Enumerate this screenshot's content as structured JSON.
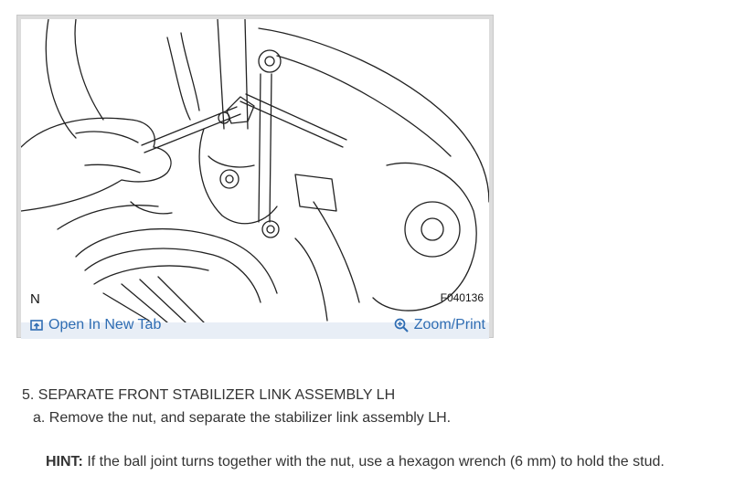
{
  "figure": {
    "orientation_letter": "N",
    "figure_code": "F040136",
    "open_tab_label": "Open In New Tab",
    "zoom_print_label": "Zoom/Print",
    "open_tab_icon": "open-new-tab-icon",
    "zoom_icon": "magnifier-plus-icon"
  },
  "instructions": {
    "step_title": "5. SEPARATE FRONT STABILIZER LINK ASSEMBLY LH",
    "substep": "a. Remove the nut, and separate the stabilizer link assembly LH.",
    "hint_label": "HINT:",
    "hint_text": " If the ball joint turns together with the nut, use a hexagon wrench (6 mm) to hold the stud."
  },
  "colors": {
    "link": "#2f6db3",
    "text": "#333333",
    "frame": "#dcdcdc"
  }
}
